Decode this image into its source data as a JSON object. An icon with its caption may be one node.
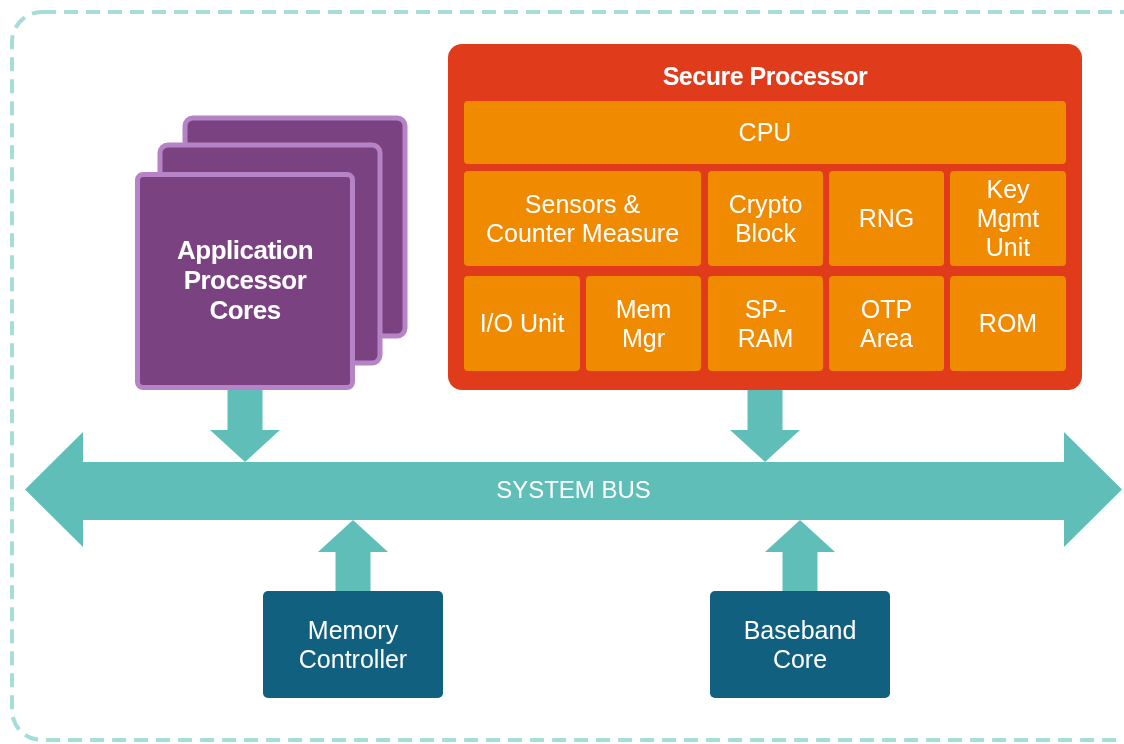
{
  "diagram": {
    "nodes": [
      {
        "text": [
          "Application Processor Cores"
        ]
      },
      {
        "text": [
          "Secure Processor"
        ]
      },
      {
        "text": [
          "CPU"
        ],
        "in": 1
      },
      {
        "text": [
          "Sensors & Counter Measure"
        ],
        "in": 1
      },
      {
        "text": [
          "Crypto Block"
        ],
        "in": 1
      },
      {
        "text": [
          "RNG"
        ],
        "in": 1
      },
      {
        "text": [
          "Key Mgmt Unit"
        ],
        "in": 1
      },
      {
        "text": [
          "I/O Unit"
        ],
        "in": 1
      },
      {
        "text": [
          "Mem Mgr"
        ],
        "in": 1
      },
      {
        "text": [
          "SP-RAM"
        ],
        "in": 1
      },
      {
        "text": [
          "OTP Area"
        ],
        "in": 1
      },
      {
        "text": [
          "ROM"
        ],
        "in": 1
      },
      {
        "text": [
          "SYSTEM BUS"
        ]
      },
      {
        "text": [
          "Memory Controller"
        ]
      },
      {
        "text": [
          "Baseband Core"
        ]
      }
    ],
    "edges": [
      {
        "from": 0,
        "to": 12,
        "arrow": "to"
      },
      {
        "from": 1,
        "to": 12,
        "arrow": "to"
      },
      {
        "from": 13,
        "to": 12,
        "arrow": "to"
      },
      {
        "from": 14,
        "to": 12,
        "arrow": "to"
      }
    ]
  }
}
